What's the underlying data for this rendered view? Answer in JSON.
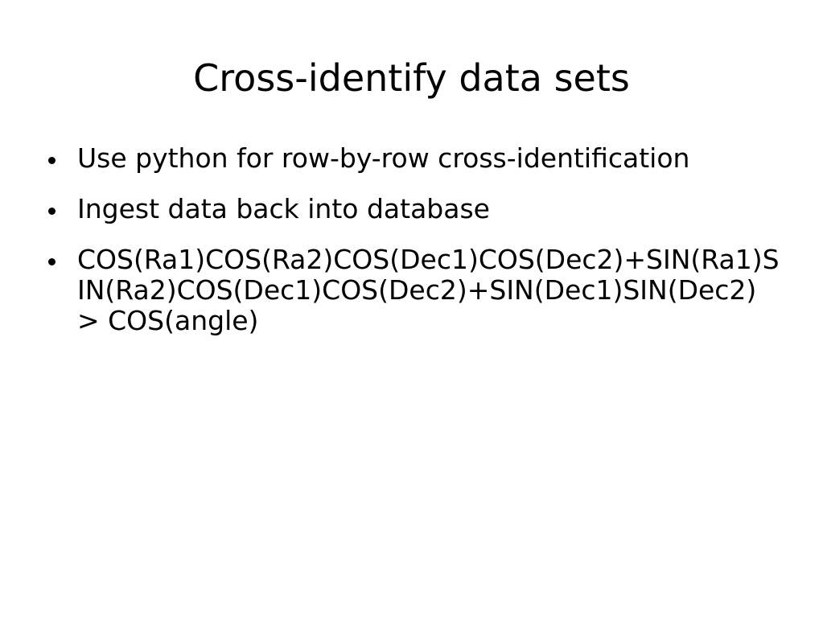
{
  "slide": {
    "title": "Cross-identify data sets",
    "bullets": [
      "Use python for row-by-row cross-identification",
      "Ingest data back into database",
      "COS(Ra1)COS(Ra2)COS(Dec1)COS(Dec2)+SIN(Ra1)SIN(Ra2)COS(Dec1)COS(Dec2)+SIN(Dec1)SIN(Dec2) > COS(angle)"
    ],
    "colors": {
      "background": "#ffffff",
      "text": "#000000"
    }
  }
}
